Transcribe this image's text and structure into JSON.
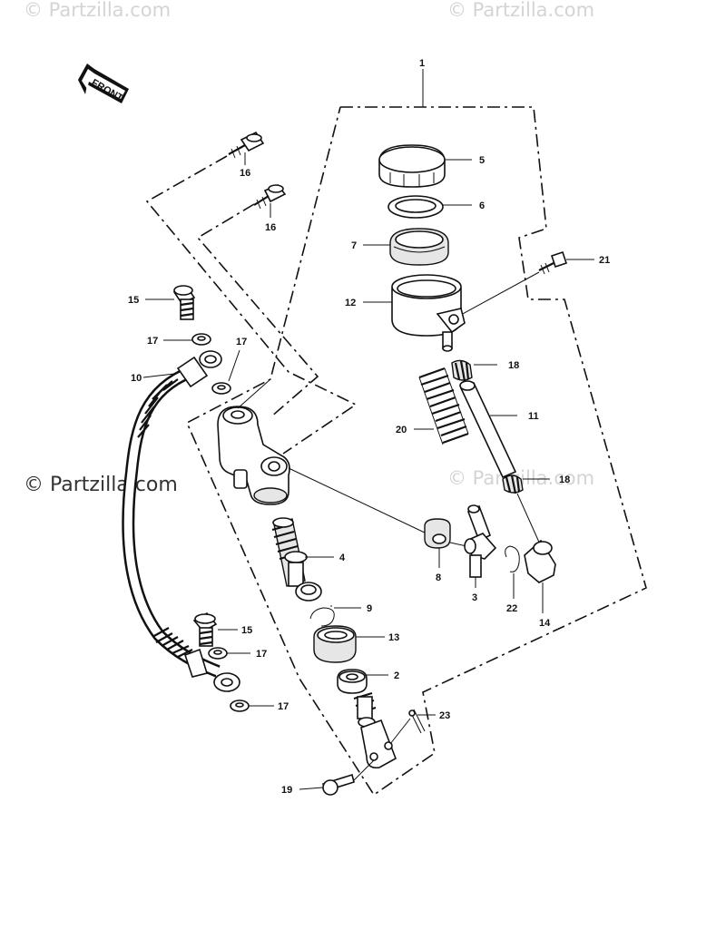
{
  "watermarks": {
    "top_left": "© Partzilla.com",
    "top_right": "© Partzilla.com",
    "middle_left": "© Partzilla.com",
    "middle_right": "© Partzilla.com"
  },
  "front_arrow": {
    "label": "FRONT"
  },
  "callouts": [
    {
      "id": "c1",
      "text": "1"
    },
    {
      "id": "c5",
      "text": "5"
    },
    {
      "id": "c6",
      "text": "6"
    },
    {
      "id": "c7",
      "text": "7"
    },
    {
      "id": "c21",
      "text": "21"
    },
    {
      "id": "c12",
      "text": "12"
    },
    {
      "id": "c16a",
      "text": "16"
    },
    {
      "id": "c16b",
      "text": "16"
    },
    {
      "id": "c15a",
      "text": "15"
    },
    {
      "id": "c17a",
      "text": "17"
    },
    {
      "id": "c17b",
      "text": "17"
    },
    {
      "id": "c10",
      "text": "10"
    },
    {
      "id": "c18a",
      "text": "18"
    },
    {
      "id": "c11",
      "text": "11"
    },
    {
      "id": "c20",
      "text": "20"
    },
    {
      "id": "c18b",
      "text": "18"
    },
    {
      "id": "c4",
      "text": "4"
    },
    {
      "id": "c8",
      "text": "8"
    },
    {
      "id": "c3",
      "text": "3"
    },
    {
      "id": "c22",
      "text": "22"
    },
    {
      "id": "c14",
      "text": "14"
    },
    {
      "id": "c9",
      "text": "9"
    },
    {
      "id": "c13",
      "text": "13"
    },
    {
      "id": "c15b",
      "text": "15"
    },
    {
      "id": "c17c",
      "text": "17"
    },
    {
      "id": "c17d",
      "text": "17"
    },
    {
      "id": "c2",
      "text": "2"
    },
    {
      "id": "c23",
      "text": "23"
    },
    {
      "id": "c19",
      "text": "19"
    }
  ]
}
